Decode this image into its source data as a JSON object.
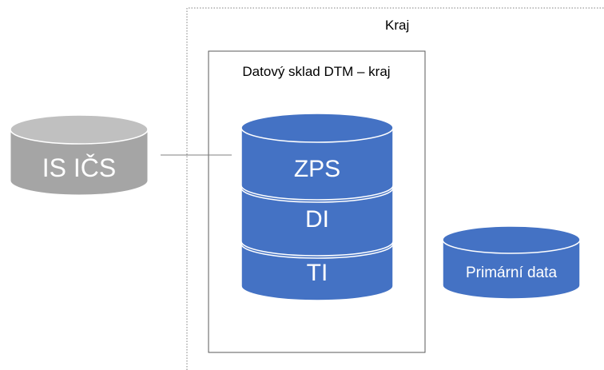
{
  "region": {
    "label": "Kraj"
  },
  "warehouse": {
    "label": "Datový sklad DTM – kraj",
    "layers": [
      {
        "label": "ZPS"
      },
      {
        "label": "DI"
      },
      {
        "label": "TI"
      }
    ]
  },
  "external_system": {
    "label": "IS IČS"
  },
  "primary_data": {
    "label": "Primární data"
  },
  "colors": {
    "blue_fill": "#4472C4",
    "blue_stroke": "#2F5597",
    "gray_fill": "#A5A5A5",
    "gray_stroke": "#8C8C8C",
    "line": "#808080",
    "box_stroke": "#595959",
    "text_dark": "#000000",
    "text_light": "#FFFFFF"
  }
}
